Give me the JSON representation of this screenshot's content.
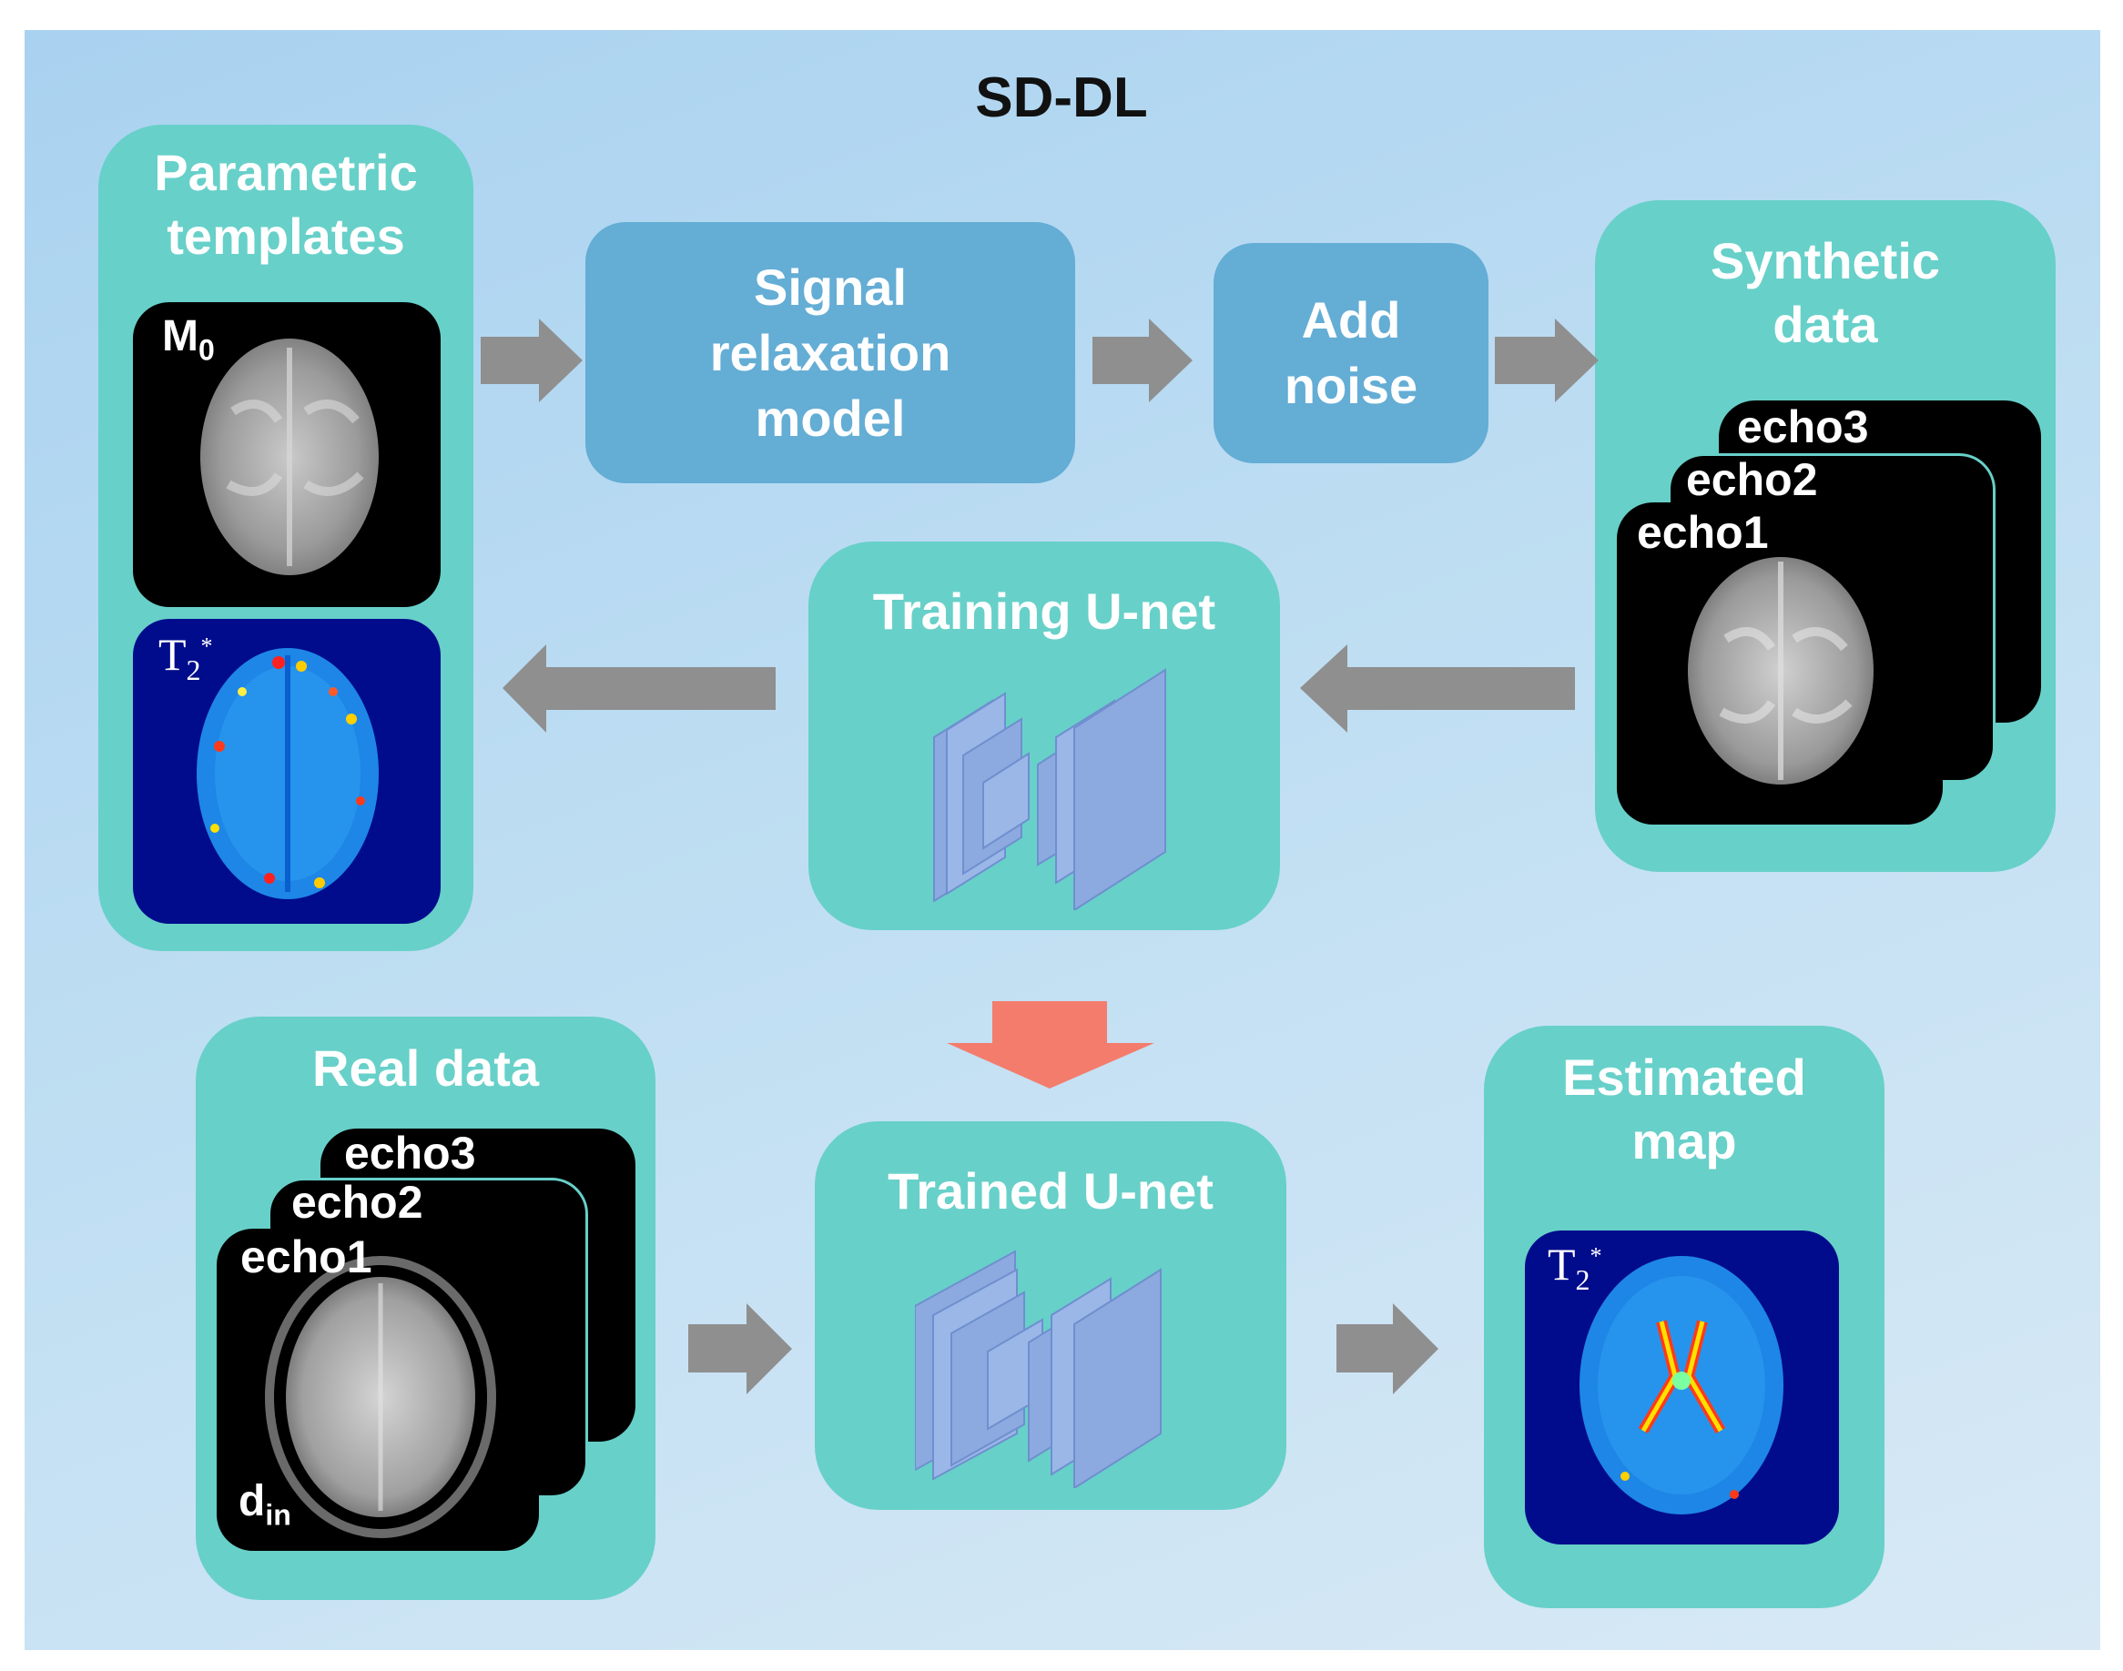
{
  "title": "SD-DL",
  "panels": {
    "parametric": {
      "title": "Parametric\ntemplates",
      "m0_label": "M",
      "m0_sub": "0",
      "t2_label": "T",
      "t2_sub": "2",
      "t2_sup": "*"
    },
    "signal": {
      "label": "Signal\nrelaxation\nmodel"
    },
    "noise": {
      "label": "Add\nnoise"
    },
    "synthetic": {
      "title": "Synthetic\ndata",
      "echo1": "echo1",
      "echo2": "echo2",
      "echo3": "echo3"
    },
    "training": {
      "title": "Training U-net"
    },
    "real": {
      "title": "Real data",
      "echo1": "echo1",
      "echo2": "echo2",
      "echo3": "echo3",
      "din_label": "d",
      "din_sub": "in"
    },
    "trained": {
      "title": "Trained U-net"
    },
    "estimated": {
      "title": "Estimated\nmap",
      "t2_label": "T",
      "t2_sub": "2",
      "t2_sup": "*"
    }
  },
  "colors": {
    "panel": "#67d0c9",
    "box": "#64add5",
    "arrow": "#8f8f8f",
    "highlight_arrow": "#f47c6c",
    "unet": "#8caadf"
  }
}
